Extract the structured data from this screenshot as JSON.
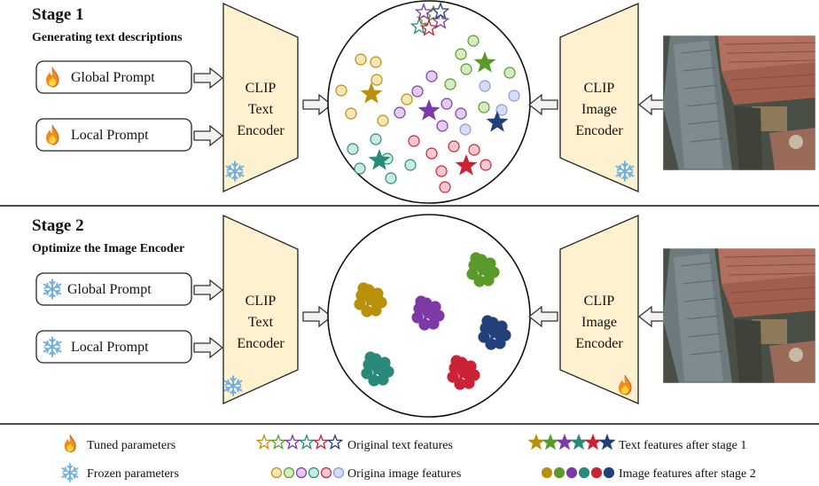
{
  "stage1": {
    "title": "Stage 1",
    "subtitle": "Generating text descriptions",
    "prompt_global": "Global Prompt",
    "prompt_local": "Local  Prompt",
    "text_encoder": [
      "CLIP",
      "Text",
      "Encoder"
    ],
    "image_encoder": [
      "CLIP",
      "Image",
      "Encoder"
    ]
  },
  "stage2": {
    "title": "Stage 2",
    "subtitle": "Optimize the Image Encoder",
    "prompt_global": "Global Prompt",
    "prompt_local": "Local  Prompt",
    "text_encoder": [
      "CLIP",
      "Text",
      "Encoder"
    ],
    "image_encoder": [
      "CLIP",
      "Image",
      "Encoder"
    ]
  },
  "legend": {
    "tuned": "Tuned parameters",
    "frozen": "Frozen parameters",
    "original_text": "Original text features",
    "original_image": "Origina image features",
    "text_after": "Text features after stage 1",
    "image_after": "Image features after stage 2"
  },
  "colors": {
    "encoder_fill": "#fdf1cf",
    "gold": "#b8900a",
    "green": "#5a9a2a",
    "purple": "#7d3aa6",
    "teal": "#2a8a7a",
    "red": "#cc2236",
    "navy": "#23407a",
    "lightblue": "#c9d3f0"
  },
  "icons": {
    "tuned": "flame-icon",
    "frozen": "snowflake-icon"
  }
}
